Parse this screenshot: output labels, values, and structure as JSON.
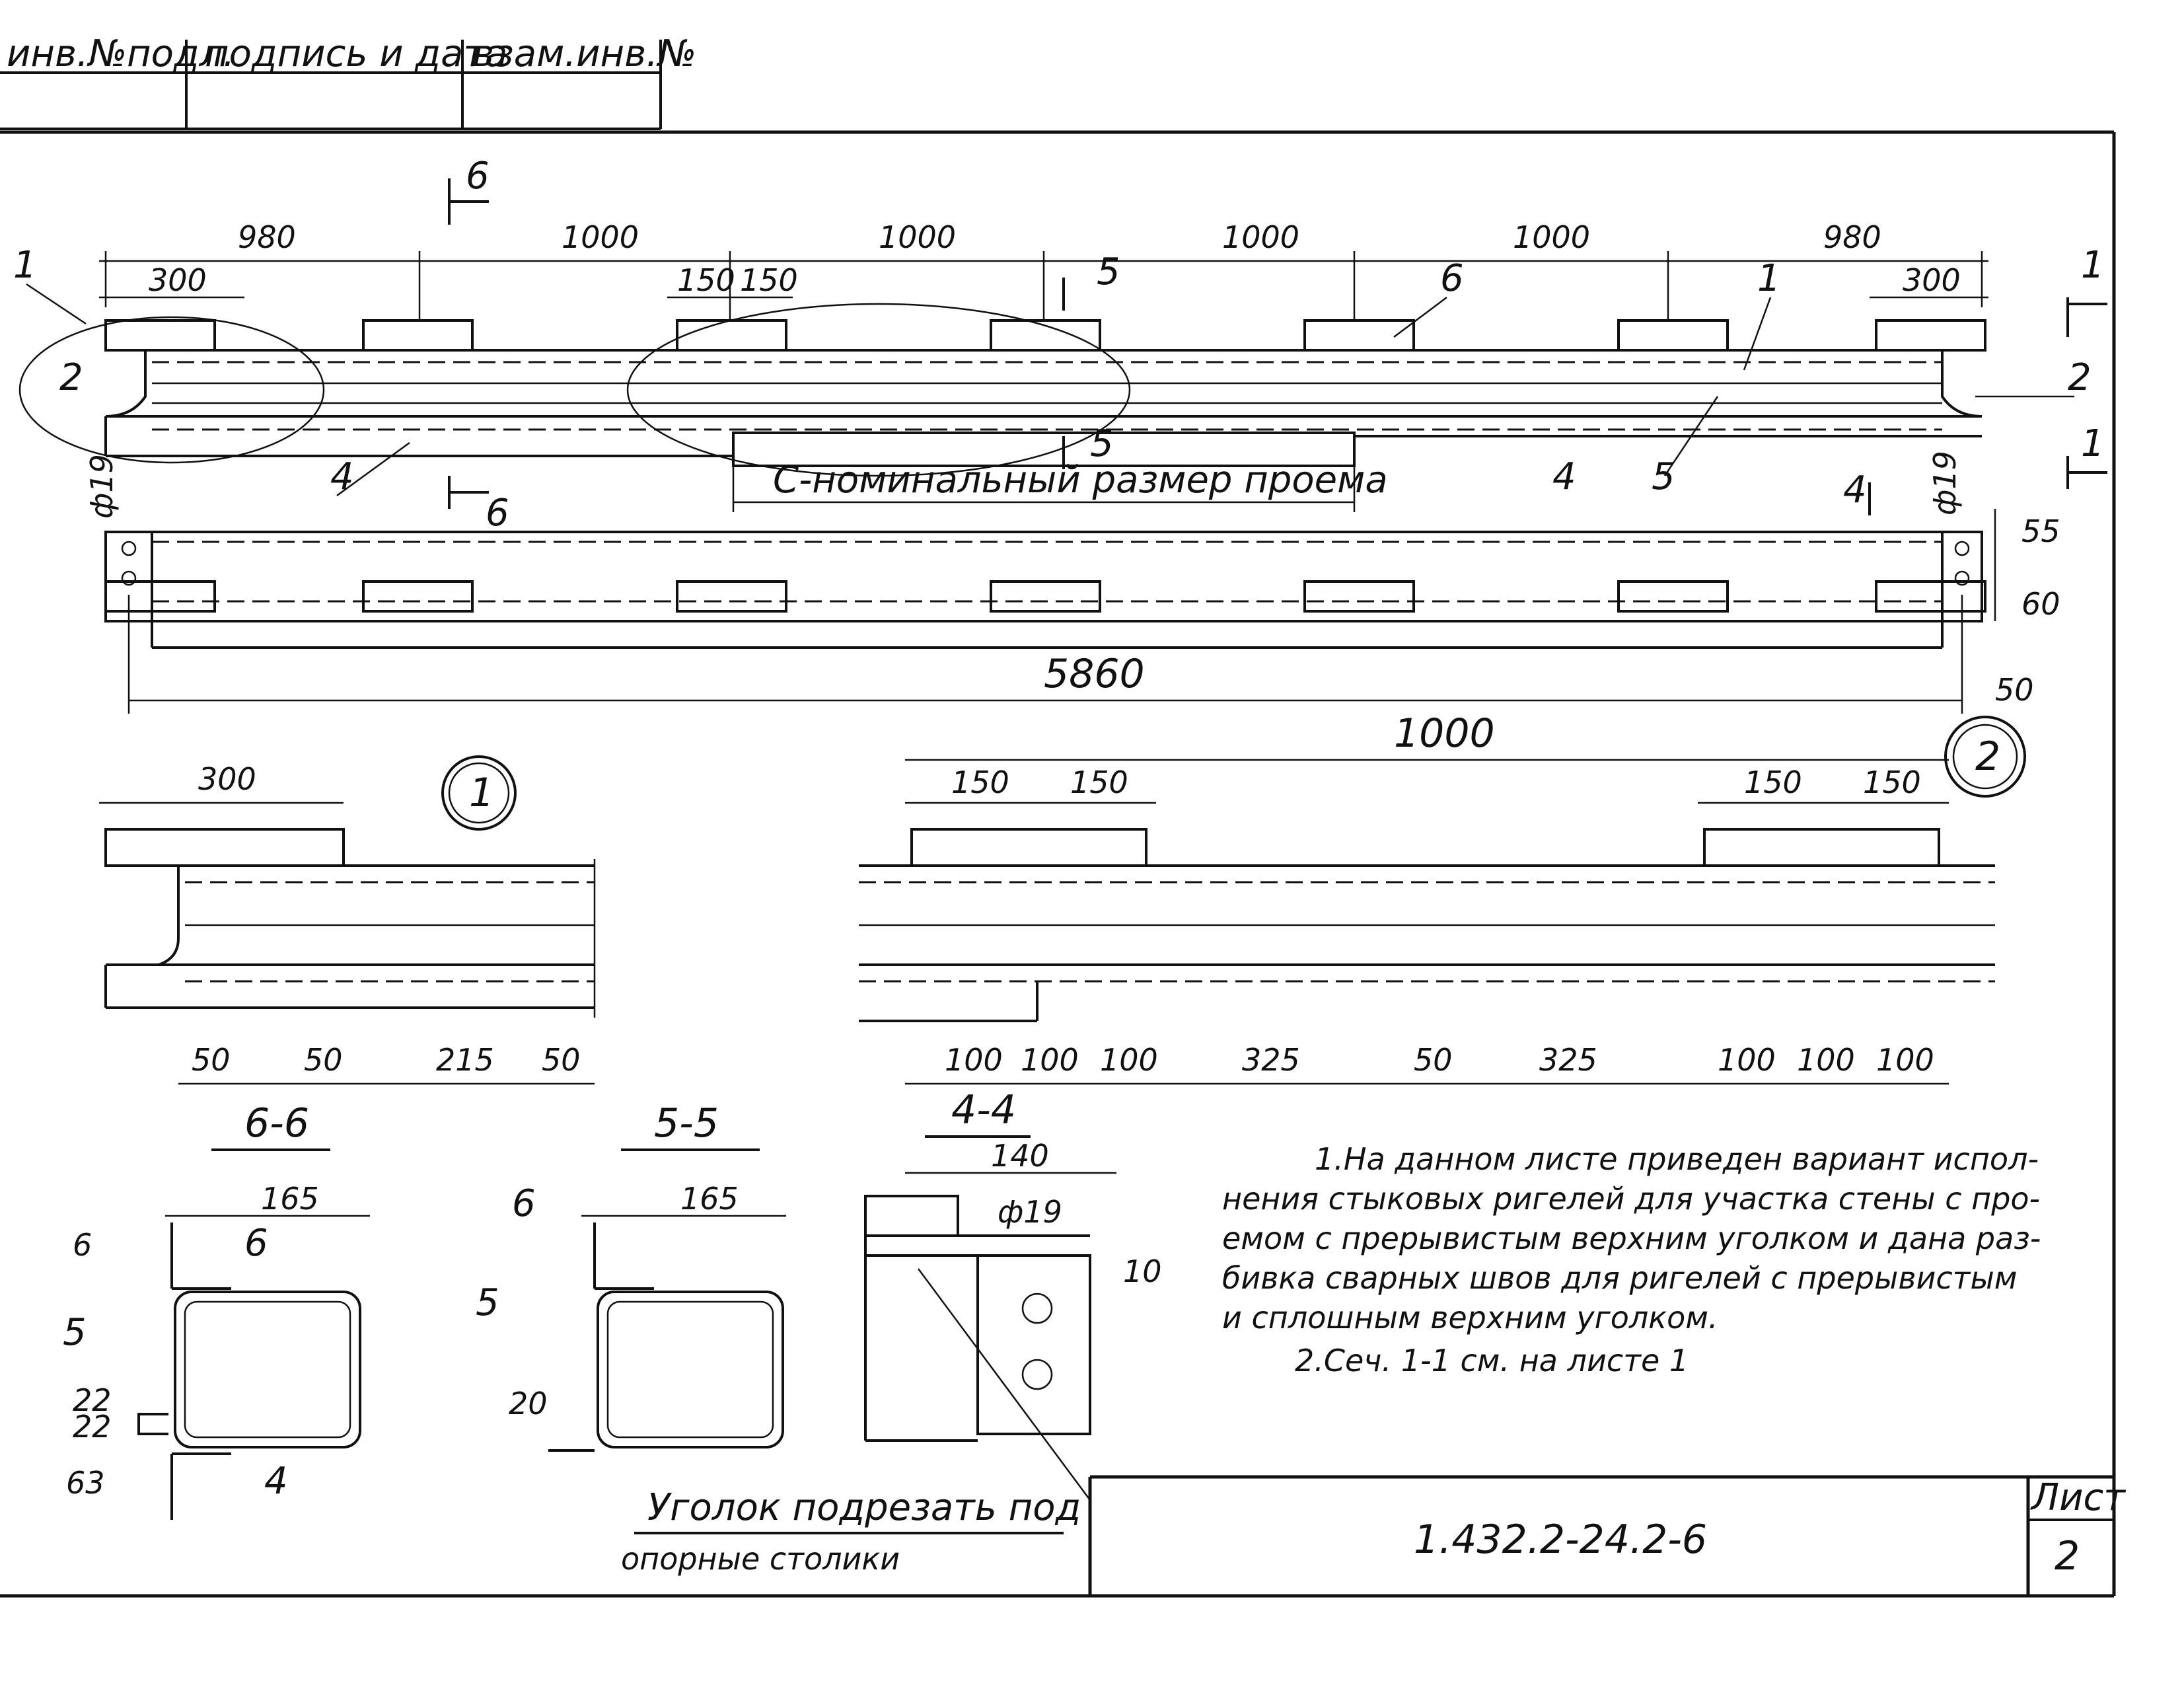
{
  "stamp": {
    "col1": "инв.№подл.",
    "col2": "подпись и дата",
    "col3": "взам.инв.№"
  },
  "title_block": {
    "code": "1.432.2-24.2-6",
    "sheet_label": "Лист",
    "sheet_number": "2"
  },
  "main_view": {
    "top_dims": [
      "980",
      "1000",
      "1000",
      "1000",
      "1000",
      "980"
    ],
    "end_dim": "300",
    "mid_dims": [
      "150",
      "150"
    ],
    "callouts": [
      "1",
      "2",
      "6",
      "1",
      "2",
      "4",
      "4",
      "5"
    ],
    "opening_label": "С-номинальный размер проема",
    "section_6": "6",
    "section_5": "5",
    "section_1": "1",
    "section_4": "4",
    "hole": "ф19",
    "right_dims": [
      "55",
      "60",
      "50"
    ],
    "total_length": "5860"
  },
  "detail_1": {
    "marker": "1",
    "top_dim": "300",
    "bottom_dims": [
      "50",
      "50",
      "215",
      "50"
    ]
  },
  "detail_2": {
    "marker": "2",
    "top_dim": "1000",
    "top_small": [
      "150",
      "150",
      "150",
      "150"
    ],
    "bottom_dims": [
      "100",
      "100",
      "100",
      "325",
      "50",
      "325",
      "100",
      "100",
      "100"
    ]
  },
  "section_66": {
    "title": "6-6",
    "width": "165",
    "callouts": [
      "6",
      "5",
      "4"
    ],
    "side_dims": [
      "6",
      "22",
      "22",
      "63"
    ]
  },
  "section_55": {
    "title": "5-5",
    "width": "165",
    "callouts": [
      "6",
      "5"
    ],
    "side_dim": "20"
  },
  "section_44": {
    "title": "4-4",
    "width": "140",
    "hole": "ф19",
    "side_dim": "10"
  },
  "cut_note": {
    "line1": "Уголок подрезать под",
    "line2": "опорные столики"
  },
  "notes": {
    "line1": "1.На данном листе приведен вариант испол-",
    "line2": "нения стыковых ригелей для участка стены с про-",
    "line3": "емом с прерывистым верхним уголком и дана раз-",
    "line4": "бивка сварных швов для ригелей с прерывистым",
    "line5": "и сплошным верхним уголком.",
    "line6": "2.Сеч. 1-1 см. на листе 1"
  }
}
